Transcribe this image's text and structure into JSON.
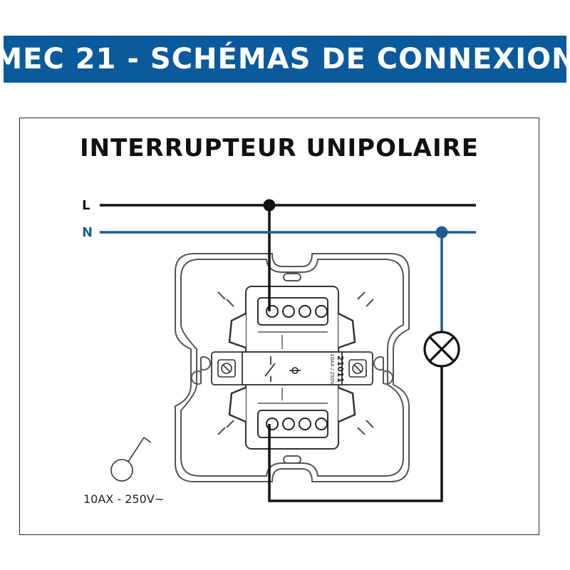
{
  "header": {
    "title": "MEC 21 - SCHÉMAS DE CONNEXION"
  },
  "diagram": {
    "title": "INTERRUPTEUR UNIPOLAIRE",
    "line_label": "L",
    "neutral_label": "N",
    "device_code": "21011",
    "device_rating_current": "10AX",
    "device_rating_voltage": "250V",
    "rating": "10AX - 250V~",
    "symbol_icon": "single-pole-switch-icon",
    "lamp_icon": "lamp-icon"
  },
  "colors": {
    "banner": "#0b5a9c",
    "neutral": "#1d5d96",
    "line": "#111111",
    "outline": "#555555"
  }
}
